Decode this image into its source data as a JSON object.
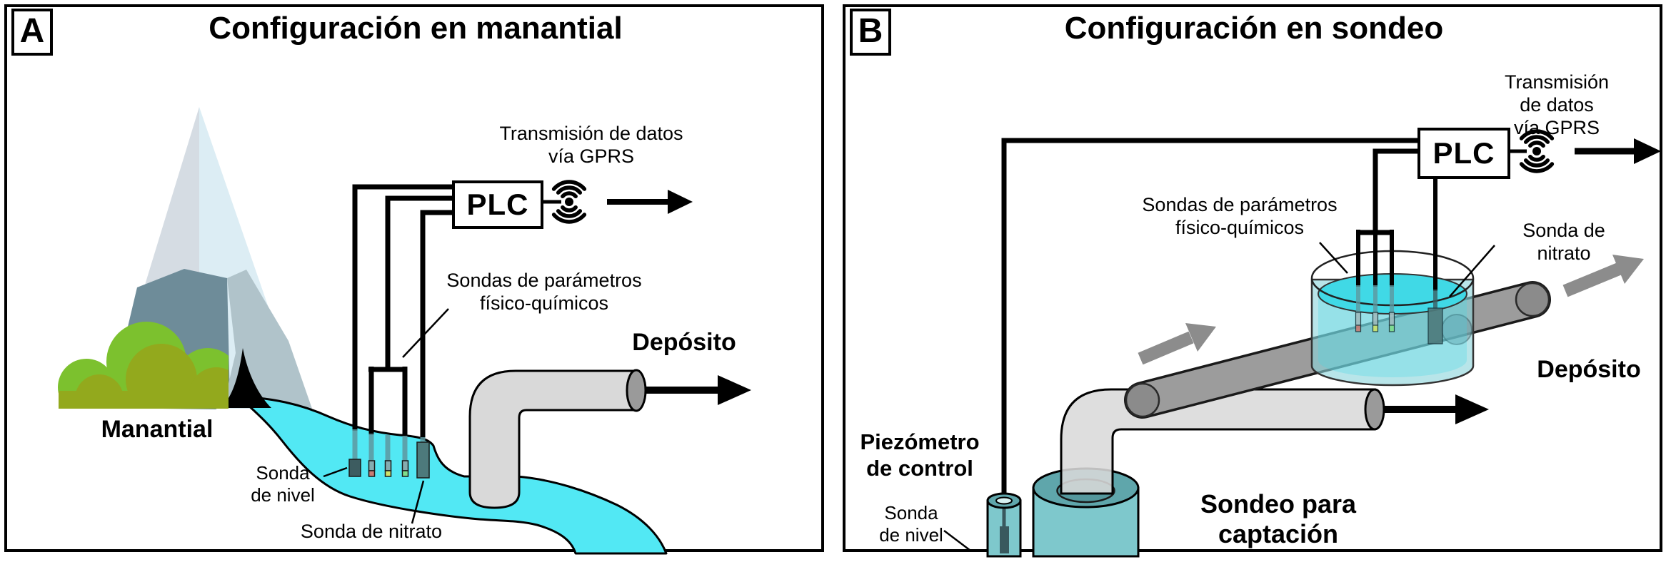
{
  "panel_a": {
    "letter": "A",
    "title": "Configuración en manantial",
    "gprs_label": "Transmisión de datos\nvía GPRS",
    "plc_label": "PLC",
    "probes_label": "Sondas de parámetros\nfísico-químicos",
    "deposito_label": "Depósito",
    "manantial_label": "Manantial",
    "level_probe_label": "Sonda\nde nivel",
    "nitrate_probe_label": "Sonda de nitrato"
  },
  "panel_b": {
    "letter": "B",
    "title": "Configuración en sondeo",
    "gprs_label": "Transmisión de datos\nvía GPRS",
    "plc_label": "PLC",
    "probes_label": "Sondas de parámetros\nfísico-químicos",
    "nitrate_probe_label": "Sonda de nitrato",
    "deposito_label": "Depósito",
    "piezometer_label": "Piezómetro\nde control",
    "level_probe_label": "Sonda\nde nivel",
    "borehole_label": "Sondeo para\ncaptación"
  },
  "colors": {
    "stream": "#52E8F4",
    "tank_water": "#40D9E6",
    "tank_glass": "rgba(141,213,220,0.62)",
    "tank_tint": "rgba(64,217,230,0.28)",
    "pipe_light": "#D9D9D9",
    "pipe_light_translucent": "rgba(217,217,217,0.88)",
    "pipe_end": "#9A9A9A",
    "pipe_dark": "#9C9C9C",
    "pipe_cap": "#8B8B8B",
    "gray_arrow": "#8C8C8C",
    "well_body": "#7EC8CC",
    "well_top": "#5FA6AB",
    "well_opening": "#54989D",
    "bush_light": "#7CC12E",
    "bush_dark": "#93A91D",
    "snow_left": "#D5DCE3",
    "snow_right": "#DCEDF4",
    "rock_dark": "#6E8C99",
    "rock_light": "#B0C3CA",
    "probe_dark": "#3D5C60",
    "probe_shaft": "#86ACB0",
    "probe_tip_red": "#C87C74",
    "probe_tip_yellow": "#CDE26A",
    "probe_tip_green": "#7FDE8C",
    "nitrate_probe": "#4D7A7C",
    "cable_underwater": "#5E98A0"
  }
}
